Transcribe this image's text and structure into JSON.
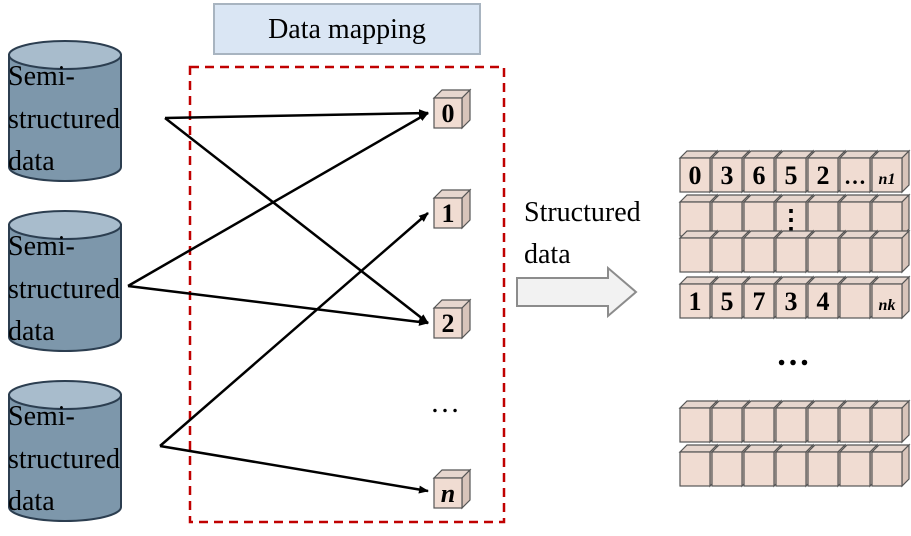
{
  "header": {
    "title": "Data mapping"
  },
  "sources": [
    {
      "lines": [
        "Semi-",
        "structured",
        "data"
      ]
    },
    {
      "lines": [
        "Semi-",
        "structured",
        "data"
      ]
    },
    {
      "lines": [
        "Semi-",
        "structured",
        "data"
      ]
    }
  ],
  "slots": [
    {
      "label": "0",
      "italic": false
    },
    {
      "label": "1",
      "italic": false
    },
    {
      "label": "2",
      "italic": false
    },
    {
      "label": "n",
      "italic": true
    }
  ],
  "slot_ellipsis": "…",
  "arrow_label": [
    "Structured",
    "data"
  ],
  "grid": {
    "row_top_values": [
      "0",
      "3",
      "6",
      "5",
      "2",
      "…",
      "n1"
    ],
    "row_mid_ellipsis": "⋮",
    "row_k_values": [
      "1",
      "5",
      "7",
      "3",
      "4",
      "",
      "nk"
    ],
    "between_ellipsis": "…"
  },
  "mappings": [
    {
      "from": 0,
      "to": 0
    },
    {
      "from": 0,
      "to": 2
    },
    {
      "from": 1,
      "to": 0
    },
    {
      "from": 1,
      "to": 2
    },
    {
      "from": 2,
      "to": 1
    },
    {
      "from": 2,
      "to": 3
    }
  ],
  "colors": {
    "cylinder_top": "#a8bccc",
    "cylinder_body": "#7d97ab",
    "cube_face": "#f0dcd2",
    "cube_top": "#e6d6ce",
    "cube_side": "#d8c4ba",
    "dash": "#c00000",
    "header_fill": "#dae6f4",
    "header_border": "#a8b4c0",
    "arrow_fill": "#f2f2f2",
    "arrow_stroke": "#8c8c8c"
  }
}
